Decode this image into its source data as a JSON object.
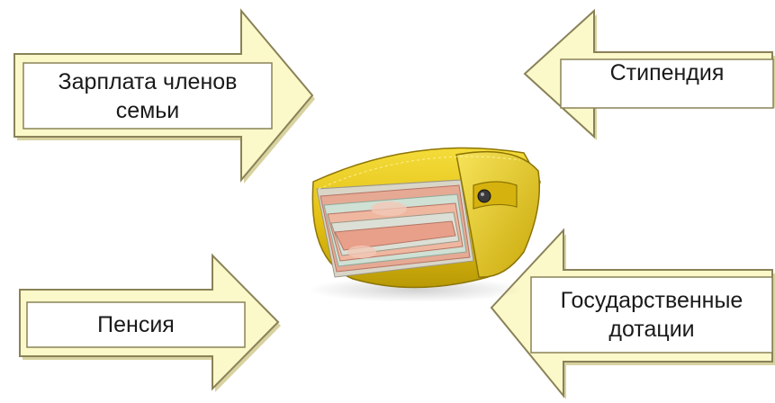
{
  "arrows": {
    "top_left": {
      "label": "Зарплата членов\nсемьи",
      "direction": "right"
    },
    "top_right": {
      "label": "Стипендия",
      "direction": "left"
    },
    "bottom_left": {
      "label": "Пенсия",
      "direction": "right"
    },
    "bottom_right": {
      "label": "Государственные\nдотации",
      "direction": "left"
    }
  },
  "colors": {
    "arrow_fill": "#fbf8c9",
    "arrow_stroke": "#8a8258",
    "arrow_shadow": "#d8d2a0",
    "wallet_yellow": "#e6c51a",
    "wallet_dark": "#a88a08",
    "banknote": "#e9a38a"
  },
  "icons": {
    "center": "wallet-with-banknotes-icon"
  }
}
